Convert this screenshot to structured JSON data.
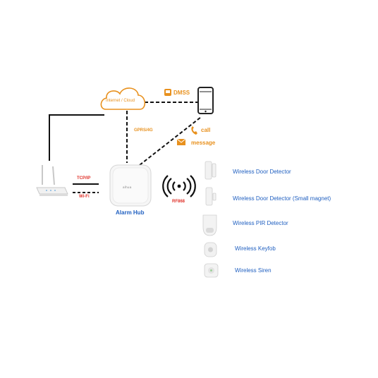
{
  "cloud": {
    "label": "Internet / Cloud"
  },
  "dmss": {
    "label": "DMSS"
  },
  "gprs": {
    "label": "GPRS/4G"
  },
  "phone_actions": {
    "call_label": "call",
    "message_label": "message"
  },
  "router_links": {
    "tcp_label": "TCP/IP",
    "wifi_label": "Wi-Fi"
  },
  "hub": {
    "label": "Alarm Hub",
    "brand": "alhua"
  },
  "rf": {
    "label": "RF868"
  },
  "devices": [
    {
      "label": "Wireless Door Detector"
    },
    {
      "label": "Wireless Door Detector (Small magnet)"
    },
    {
      "label": "Wireless PIR Detector"
    },
    {
      "label": "Wireless Keyfob"
    },
    {
      "label": "Wireless Siren"
    }
  ],
  "colors": {
    "accent_orange": "#e8911e",
    "link_red": "#e0332b",
    "device_blue": "#1f5fc0"
  }
}
